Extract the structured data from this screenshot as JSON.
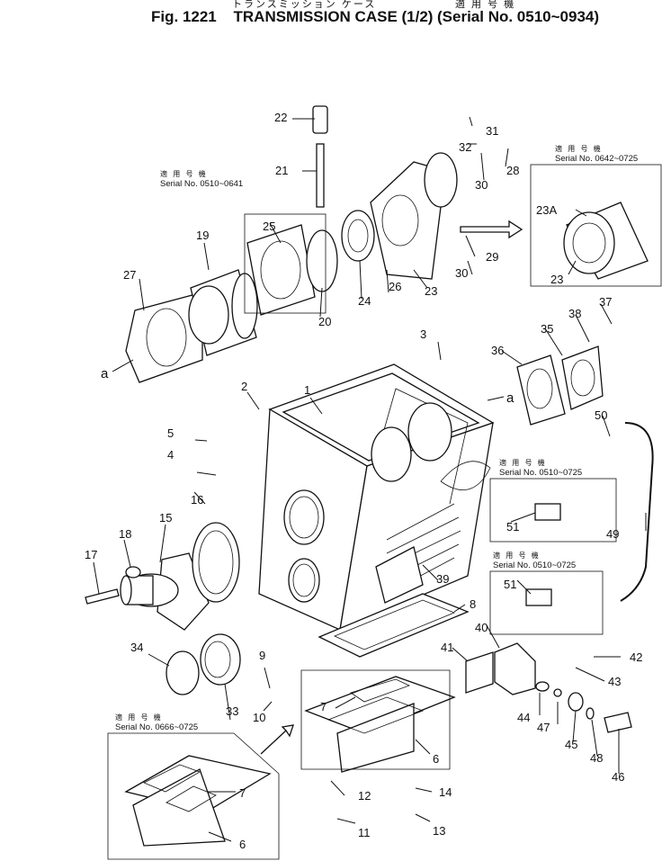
{
  "header": {
    "japanese_title": "トランスミッション ケース",
    "japanese_applicable": "適 用 号 機",
    "fig_no": "Fig. 1221",
    "title": "TRANSMISSION CASE (1/2)",
    "serial": "(Serial No. 0510~0934)"
  },
  "notes": [
    {
      "id": "n1",
      "jp": "適 用 号 機",
      "text": "Serial No. 0510~0641"
    },
    {
      "id": "n2",
      "jp": "適 用 号 機",
      "text": "Serial No. 0642~0725"
    },
    {
      "id": "n3",
      "jp": "適 用 号 機",
      "text": "Serial No. 0510~0725"
    },
    {
      "id": "n4",
      "jp": "適 用 号 機",
      "text": "Serial No. 0510~0725"
    },
    {
      "id": "n5",
      "jp": "適 用 号 機",
      "text": "Serial No. 0666~0725"
    }
  ],
  "view_markers": [
    "a",
    "a"
  ],
  "callouts": [
    {
      "label": "1"
    },
    {
      "label": "2"
    },
    {
      "label": "3"
    },
    {
      "label": "4"
    },
    {
      "label": "5"
    },
    {
      "label": "6"
    },
    {
      "label": "6"
    },
    {
      "label": "7"
    },
    {
      "label": "7"
    },
    {
      "label": "8"
    },
    {
      "label": "9"
    },
    {
      "label": "10"
    },
    {
      "label": "11"
    },
    {
      "label": "12"
    },
    {
      "label": "13"
    },
    {
      "label": "14"
    },
    {
      "label": "15"
    },
    {
      "label": "16"
    },
    {
      "label": "17"
    },
    {
      "label": "18"
    },
    {
      "label": "19"
    },
    {
      "label": "20"
    },
    {
      "label": "21"
    },
    {
      "label": "22"
    },
    {
      "label": "23"
    },
    {
      "label": "23"
    },
    {
      "label": "23A"
    },
    {
      "label": "24"
    },
    {
      "label": "25"
    },
    {
      "label": "26"
    },
    {
      "label": "27"
    },
    {
      "label": "28"
    },
    {
      "label": "29"
    },
    {
      "label": "30"
    },
    {
      "label": "30"
    },
    {
      "label": "31"
    },
    {
      "label": "32"
    },
    {
      "label": "33"
    },
    {
      "label": "34"
    },
    {
      "label": "35"
    },
    {
      "label": "36"
    },
    {
      "label": "37"
    },
    {
      "label": "38"
    },
    {
      "label": "39"
    },
    {
      "label": "40"
    },
    {
      "label": "41"
    },
    {
      "label": "42"
    },
    {
      "label": "43"
    },
    {
      "label": "44"
    },
    {
      "label": "45"
    },
    {
      "label": "46"
    },
    {
      "label": "47"
    },
    {
      "label": "48"
    },
    {
      "label": "49"
    },
    {
      "label": "50"
    },
    {
      "label": "51"
    },
    {
      "label": "51"
    }
  ]
}
